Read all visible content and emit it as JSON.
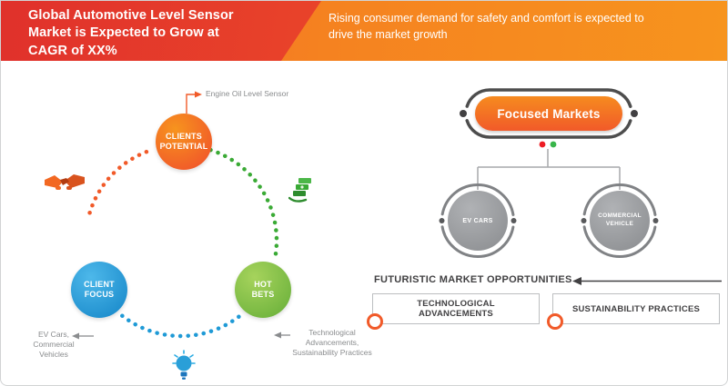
{
  "header": {
    "title": "Global Automotive Level Sensor\nMarket is Expected to Grow at\nCAGR of XX%",
    "subtitle": "Rising consumer demand for safety and comfort is expected to\ndrive the market growth"
  },
  "cycle": {
    "clients_potential": {
      "label": "CLIENTS\nPOTENTIAL",
      "callout": "Engine Oil Level Sensor"
    },
    "client_focus": {
      "label": "CLIENT\nFOCUS",
      "callout": "EV Cars,\nCommercial\nVehicles"
    },
    "hot_bets": {
      "label": "HOT\nBETS",
      "callout": "Technological\nAdvancements,\nSustainability Practices"
    },
    "icons": [
      "handshake-icon",
      "money-icon",
      "lightbulb-icon"
    ]
  },
  "focused_markets": {
    "title": "Focused Markets",
    "segments": [
      {
        "label": "EV CARS"
      },
      {
        "label": "COMMERCIAL\nVEHICLE"
      }
    ]
  },
  "opportunities": {
    "heading": "FUTURISTIC MARKET OPPORTUNITIES",
    "items": [
      {
        "label": "TECHNOLOGICAL ADVANCEMENTS"
      },
      {
        "label": "SUSTAINABILITY PRACTICES"
      }
    ]
  },
  "colors": {
    "banner_left": "#ee4e2a",
    "banner_right": "#f58220",
    "orange": "#f15a29",
    "blue": "#29abe2",
    "green": "#72b53f",
    "gray_circle": "#9d9fa2",
    "dark": "#414042",
    "red_dot": "#ed1c24",
    "green_dot": "#39b54a"
  }
}
